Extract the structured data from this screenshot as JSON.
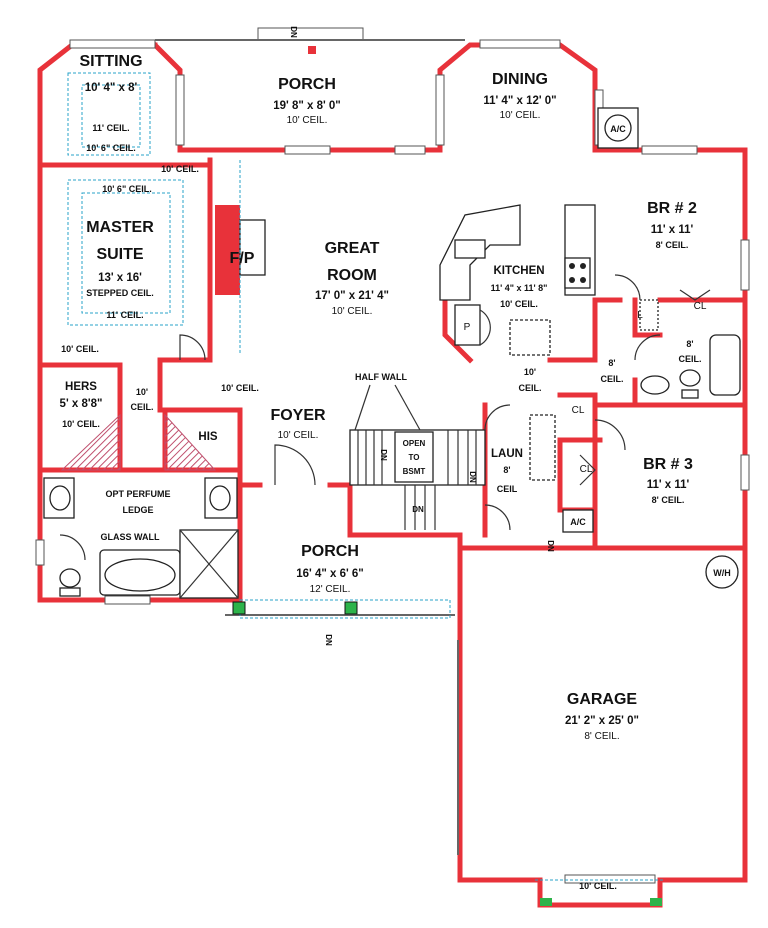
{
  "rooms": {
    "sitting": {
      "name": "SITTING",
      "size": "10' 4\" x 8'",
      "ceil_a": "11' CEIL.",
      "ceil_b": "10' 6\" CEIL."
    },
    "master": {
      "name_1": "MASTER",
      "name_2": "SUITE",
      "size": "13' x 16'",
      "ceil_note": "STEPPED CEIL.",
      "ceil_top": "10' 6\" CEIL.",
      "ceil": "11' CEIL."
    },
    "porch_rear": {
      "name": "PORCH",
      "size": "19' 8\" x 8' 0\"",
      "ceil": "10' CEIL."
    },
    "dining": {
      "name": "DINING",
      "size": "11' 4\" x 12' 0\"",
      "ceil": "10' CEIL."
    },
    "great_room": {
      "name_1": "GREAT",
      "name_2": "ROOM",
      "size": "17' 0\" x 21' 4\"",
      "ceil": "10' CEIL."
    },
    "kitchen": {
      "name": "KITCHEN",
      "size": "11' 4\" x 11' 8\"",
      "ceil": "10' CEIL."
    },
    "br2": {
      "name": "BR # 2",
      "size": "11' x 11'",
      "ceil": "8' CEIL."
    },
    "br3": {
      "name": "BR # 3",
      "size": "11' x 11'",
      "ceil": "8' CEIL."
    },
    "hers": {
      "name": "HERS",
      "size": "5' x 8'8\"",
      "ceil": "10' CEIL."
    },
    "his": {
      "name": "HIS"
    },
    "foyer": {
      "name": "FOYER",
      "ceil": "10' CEIL."
    },
    "porch_front": {
      "name": "PORCH",
      "size": "16' 4\" x 6' 6\"",
      "ceil": "12' CEIL."
    },
    "laundry": {
      "name": "LAUN",
      "ceil_a": "8'",
      "ceil_b": "CEIL"
    },
    "garage": {
      "name": "GARAGE",
      "size": "21' 2\" x 25' 0\"",
      "ceil": "8' CEIL.",
      "door_ceil": "10' CEIL."
    },
    "hall": {
      "ceil_a": "10'",
      "ceil_b": "CEIL."
    },
    "bath2": {
      "ceil_a": "8'",
      "ceil_b": "CEIL."
    },
    "hall2": {
      "ceil_a": "8'",
      "ceil_b": "CEIL."
    }
  },
  "labels": {
    "ten_ceil_1": "10' CEIL.",
    "ten_ceil_2": "10' CEIL.",
    "ten_ceil_3": "10' CEIL.",
    "ten_ceil_4_a": "10'",
    "ten_ceil_4_b": "CEIL.",
    "half_wall": "HALF WALL",
    "open_1": "OPEN",
    "open_2": "TO",
    "open_3": "BSMT",
    "dn": "DN",
    "fp": "F/P",
    "ac_1": "A/C",
    "ac_2": "A/C",
    "wh": "W/H",
    "cl_1": "CL",
    "cl_2": "CL",
    "cl_3": "CL",
    "l": "L",
    "p": "P",
    "perfume_1": "OPT PERFUME",
    "perfume_2": "LEDGE",
    "glass_wall": "GLASS WALL"
  },
  "colors": {
    "wall": "#e8323a",
    "ceiling_dash": "#2aa3c9",
    "stair_hatch": "#c0506e",
    "post": "#2db34a"
  }
}
